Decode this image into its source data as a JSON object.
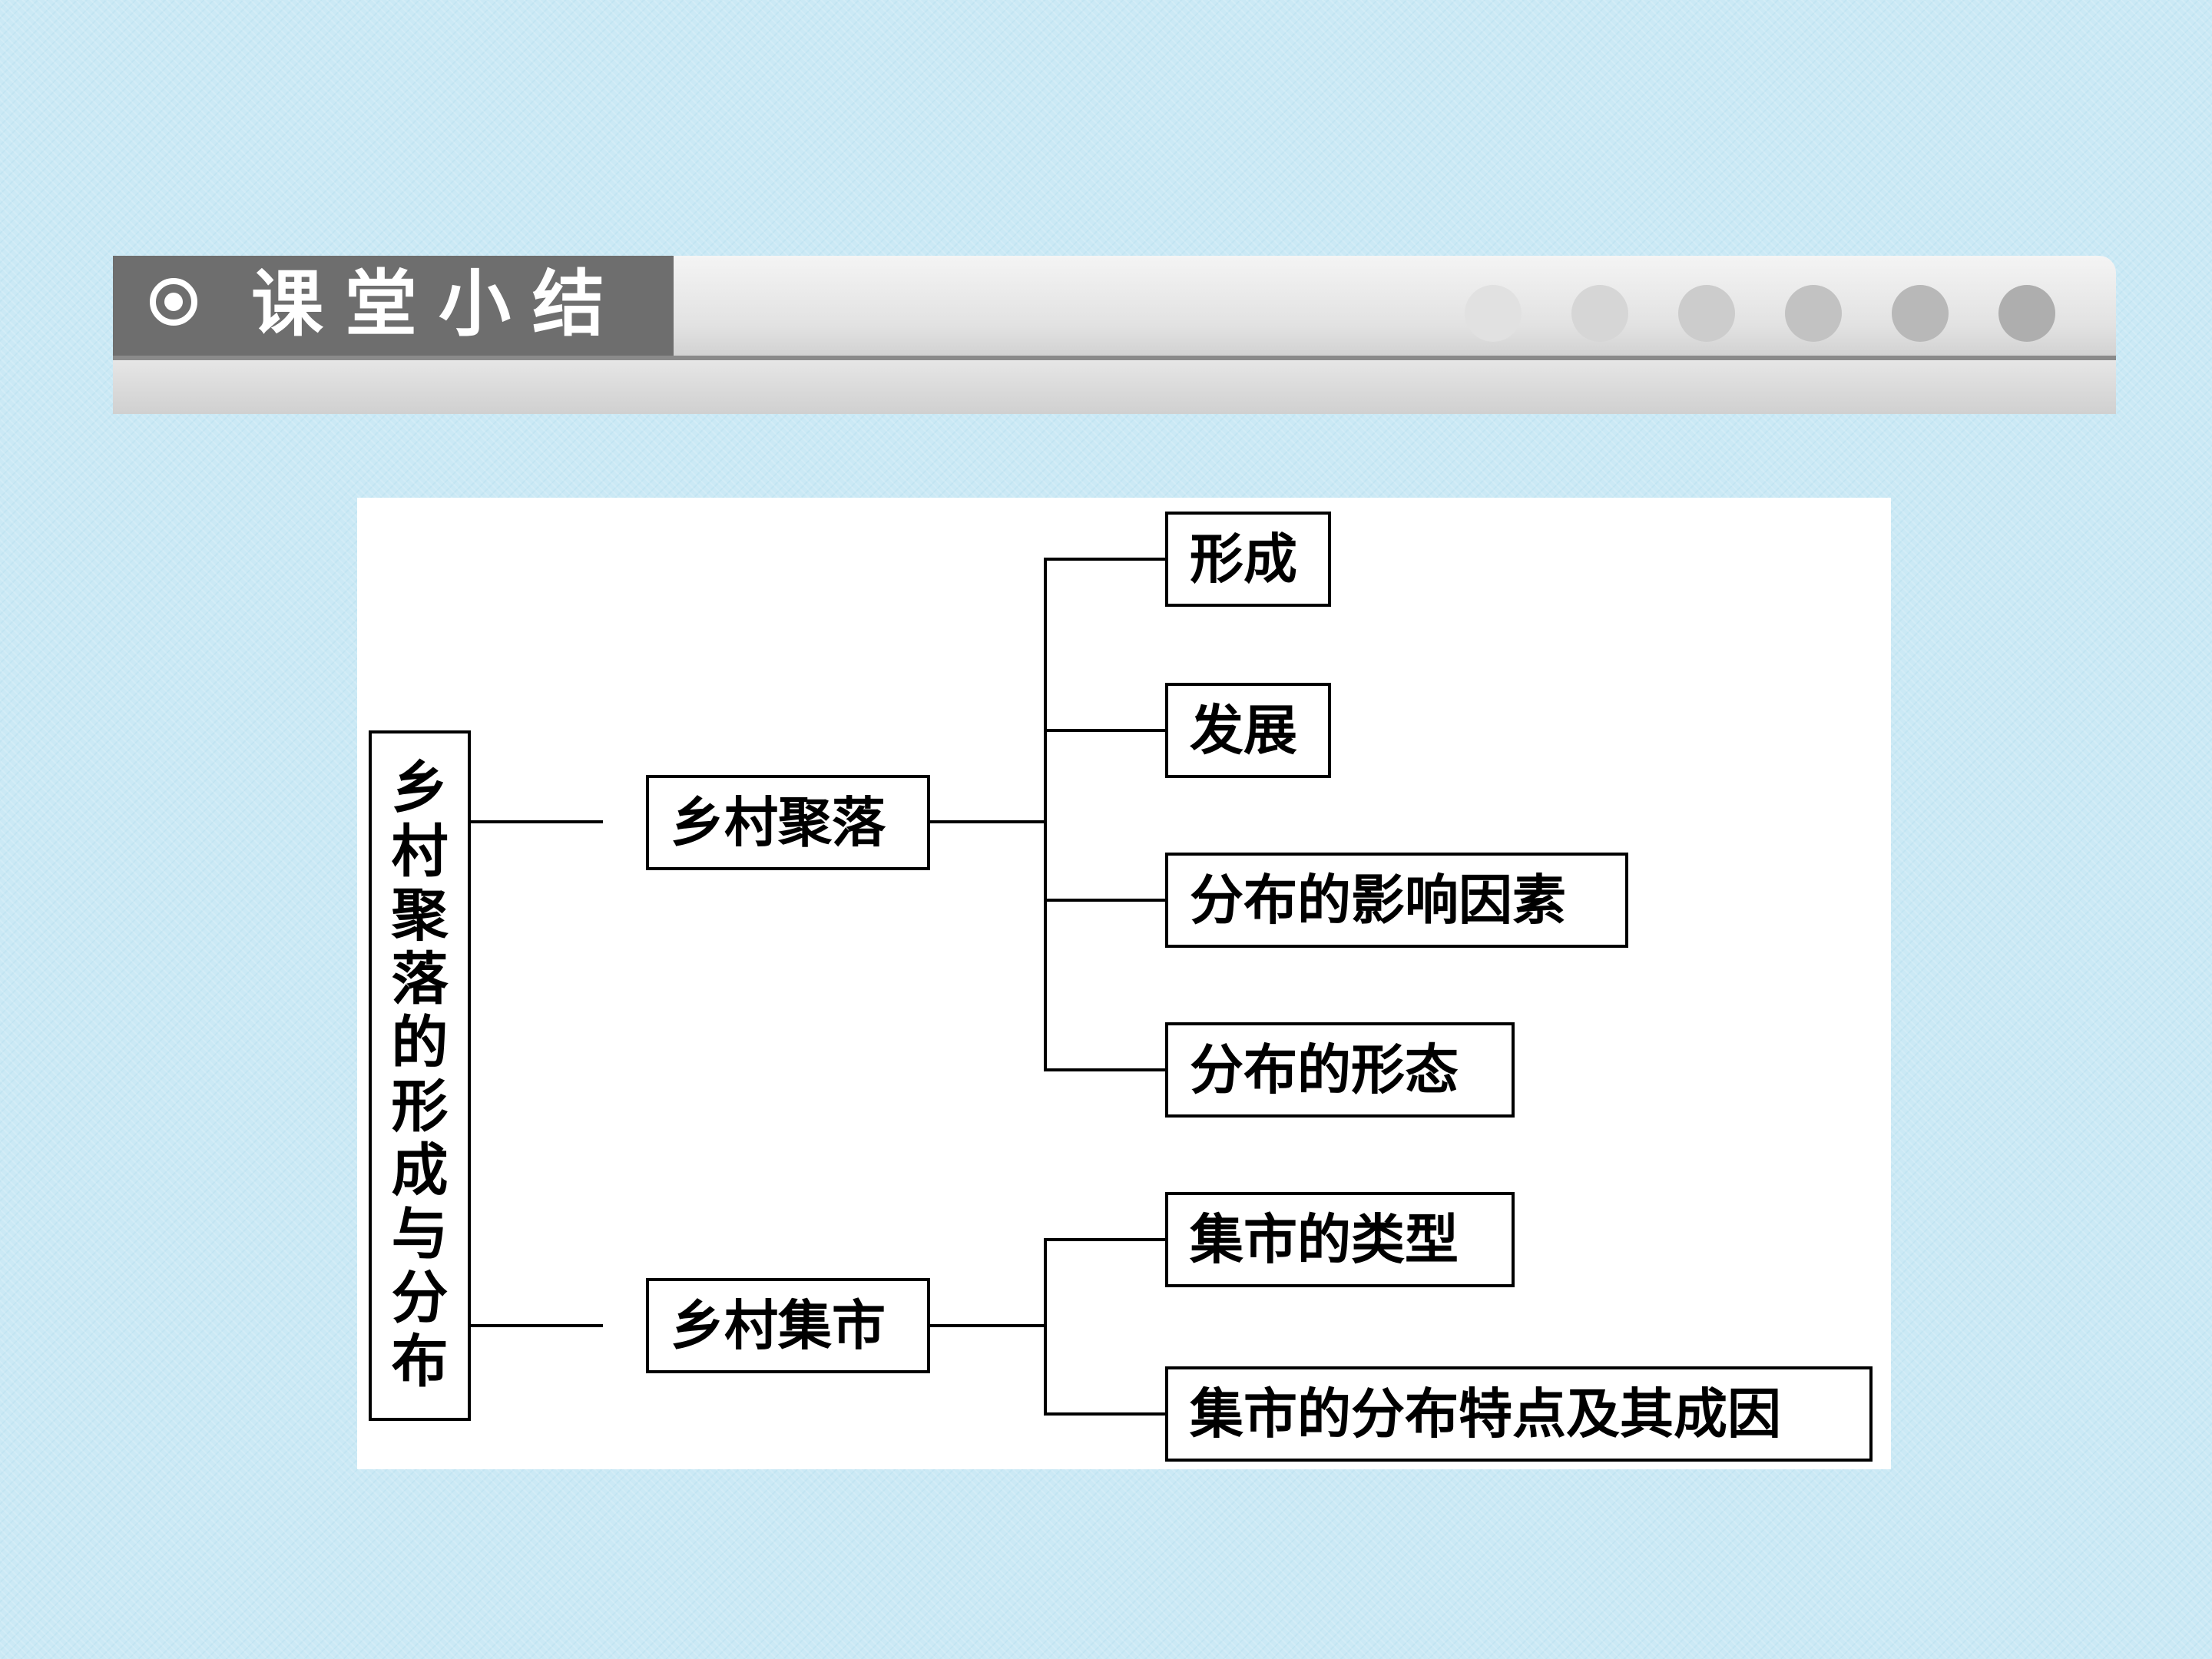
{
  "header": {
    "title": "课堂小结",
    "icon": "bullet-circle-icon",
    "dot_colors": [
      "#e1e1e1",
      "#d6d6d6",
      "#cccccc",
      "#c2c2c2",
      "#b8b8b8",
      "#aeaeae"
    ]
  },
  "diagram": {
    "root": "乡村聚落的形成与分布",
    "branches": [
      {
        "label": "乡村聚落",
        "children": [
          "形成",
          "发展",
          "分布的影响因素",
          "分布的形态"
        ]
      },
      {
        "label": "乡村集市",
        "children": [
          "集市的类型",
          "集市的分布特点及其成因"
        ]
      }
    ]
  },
  "colors": {
    "background": "#cbe9f5",
    "banner_title_block": "#6e6e6e",
    "line": "#000000"
  }
}
